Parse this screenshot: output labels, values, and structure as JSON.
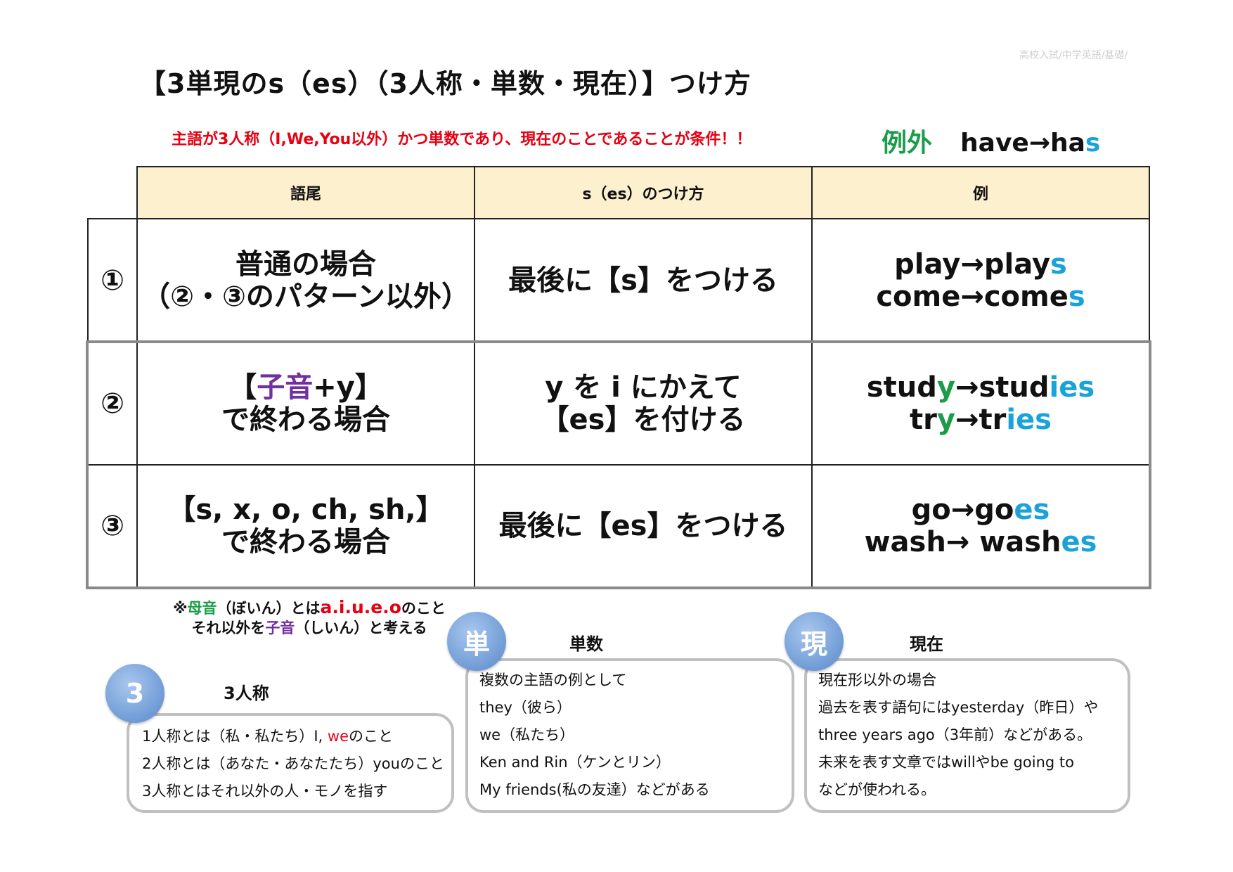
{
  "watermark": "高校入試/中学英語/基礎/",
  "title": "【3単現のs（es）（3人称・単数・現在）】つけ方",
  "condition": "主語が3人称（I,We,You以外）かつ単数であり、現在のことであることが条件！！",
  "exception": {
    "label": "例外",
    "base": "have→ha",
    "suffix": "s"
  },
  "table": {
    "headers": [
      "語尾",
      "s（es）のつけ方",
      "例"
    ],
    "rows": [
      {
        "num": "①",
        "ending_line1": "普通の場合",
        "ending_line2": "（②・③のパターン以外）",
        "method_line1": "最後に【s】をつける",
        "ex1_base": "play→play",
        "ex1_suffix": "s",
        "ex2_base": "come→come",
        "ex2_suffix": "s"
      },
      {
        "num": "②",
        "ending_l1_a": "【",
        "ending_l1_b": "子音",
        "ending_l1_c": "+y】",
        "ending_line2": "で終わる場合",
        "method_line1": "y を i にかえて",
        "method_line2": "【es】を付ける",
        "ex1_a": "stud",
        "ex1_b": "y",
        "ex1_c": "→stud",
        "ex1_d": "ies",
        "ex2_a": "tr",
        "ex2_b": "y",
        "ex2_c": "→tr",
        "ex2_d": "ies"
      },
      {
        "num": "③",
        "ending_line1": "【s, x, o, ch, sh,】",
        "ending_line2": "で終わる場合",
        "method_line1": "最後に【es】をつける",
        "ex1_base": "go→go",
        "ex1_suffix": "es",
        "ex2_base": "wash→ wash",
        "ex2_suffix": "es"
      }
    ]
  },
  "note": {
    "l1_a": "※",
    "l1_b": "母音",
    "l1_c": "（ぼいん）とは",
    "l1_d": "a.i.u.e.o",
    "l1_e": "のこと",
    "l2_a": "それ以外を",
    "l2_b": "子音",
    "l2_c": "（しいん）と考える"
  },
  "boxes": {
    "person": {
      "circle": "3",
      "heading": "3人称",
      "line1_a": "1人称とは（私・私たち）I, ",
      "line1_b": "we",
      "line1_c": "のこと",
      "line2": "2人称とは（あなた・あなたたち）youのこと",
      "line3": "3人称とはそれ以外の人・モノを指す"
    },
    "singular": {
      "circle": "単",
      "heading": "単数",
      "lines": [
        "複数の主語の例として",
        "they（彼ら）",
        "we（私たち）",
        "Ken and Rin（ケンとリン）",
        "My friends(私の友達）などがある"
      ]
    },
    "present": {
      "circle": "現",
      "heading": "現在",
      "lines": [
        "現在形以外の場合",
        "過去を表す語句にはyesterday（昨日）や",
        "three years ago（3年前）などがある。",
        "未来を表す文章ではwillやbe going to",
        "などが使われる。"
      ]
    }
  },
  "colors": {
    "accent_teal": "#1aa3d9",
    "green": "#1a9c48",
    "purple": "#7030a0",
    "red": "#e60012",
    "header_bg": "#fdf0cf"
  }
}
